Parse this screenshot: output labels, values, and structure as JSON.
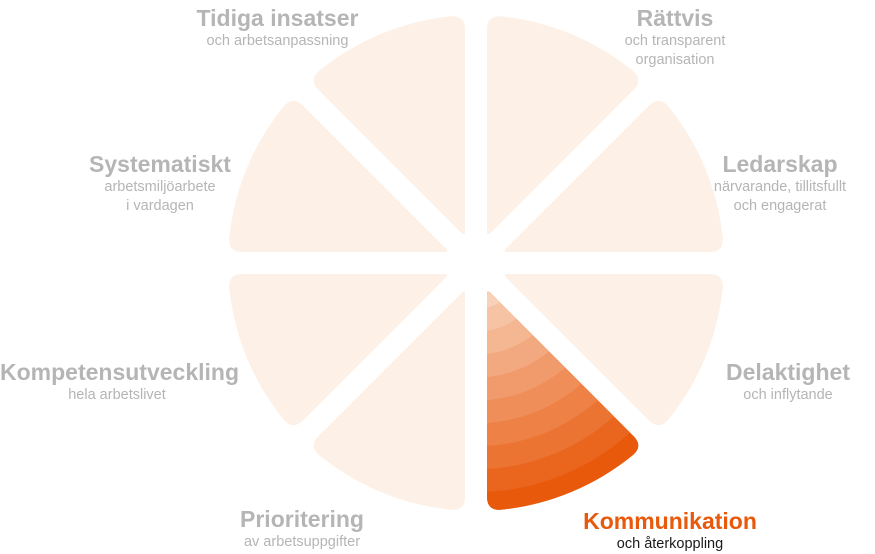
{
  "colors": {
    "segment_inactive": "#fdf0e6",
    "segment_active": "#e8590c",
    "label_inactive": "#b5b5b5",
    "title_active": "#e8590c",
    "subtitle_active": "#1a1a1a"
  },
  "active_index": 3,
  "segments": [
    {
      "title": "Rättvis",
      "lines": [
        "och transparent",
        "organisation"
      ]
    },
    {
      "title": "Ledarskap",
      "lines": [
        "närvarande, tillitsfullt",
        "och engagerat"
      ]
    },
    {
      "title": "Delaktighet",
      "lines": [
        "och inflytande"
      ]
    },
    {
      "title": "Kommunikation",
      "lines": [
        "och återkoppling"
      ]
    },
    {
      "title": "Prioritering",
      "lines": [
        "av arbetsuppgifter"
      ]
    },
    {
      "title": "Kompetensutveckling",
      "lines": [
        "hela arbetslivet"
      ]
    },
    {
      "title": "Systematiskt",
      "lines": [
        "arbetsmiljöarbete",
        "i vardagen"
      ]
    },
    {
      "title": "Tidiga insatser",
      "lines": [
        "och arbetsanpassning"
      ]
    }
  ]
}
